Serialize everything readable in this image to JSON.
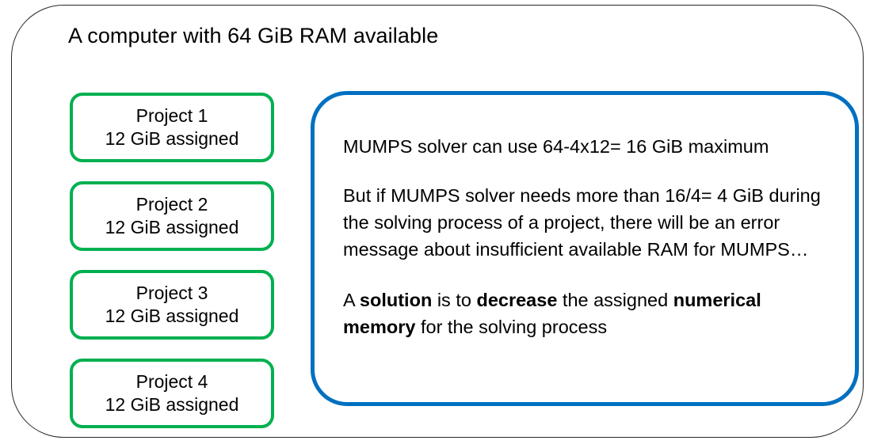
{
  "diagram": {
    "container": {
      "title": "A computer with 64 GiB RAM available",
      "border_color": "#262626"
    },
    "projects": {
      "border_color": "#00B050",
      "items": [
        {
          "name": "Project 1",
          "memory": "12 GiB assigned"
        },
        {
          "name": "Project 2",
          "memory": "12 GiB assigned"
        },
        {
          "name": "Project 3",
          "memory": "12 GiB assigned"
        },
        {
          "name": "Project 4",
          "memory": "12 GiB assigned"
        }
      ]
    },
    "mumps_note": {
      "border_color": "#0070C0",
      "paragraph_1": "MUMPS solver can use 64-4x12= 16 GiB maximum",
      "paragraph_2": "But if MUMPS solver needs more than 16/4= 4 GiB during the solving process of a project, there will be an error message about insufficient available RAM for MUMPS…",
      "paragraph_3": {
        "part_1": "A ",
        "bold_1": "solution",
        "part_2": " is to ",
        "bold_2": "decrease",
        "part_3": " the assigned ",
        "bold_3": "numerical memory",
        "part_4": " for the solving process"
      }
    }
  }
}
